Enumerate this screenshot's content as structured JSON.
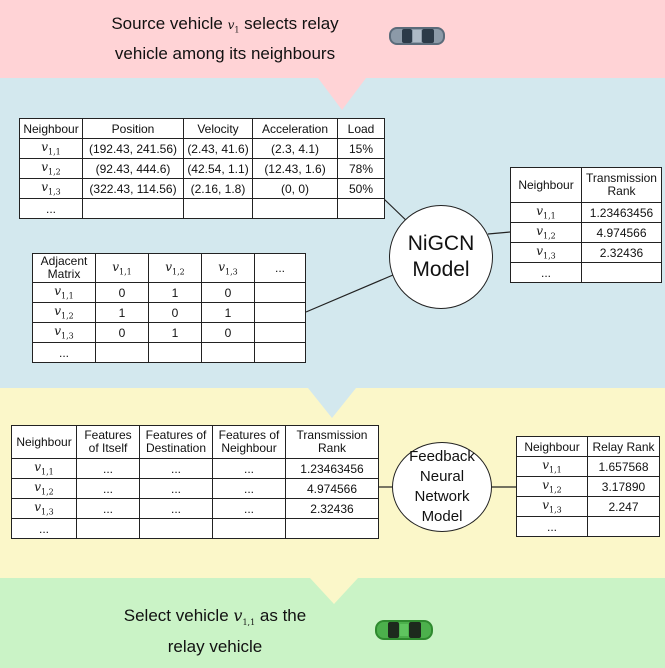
{
  "top": {
    "caption": "Source vehicle v1 selects relay vehicle among its neighbours",
    "cap_line1_pre": "Source vehicle ",
    "cap_v": "v",
    "cap_sub": "1",
    "cap_line1_post": " selects relay",
    "cap_line2": "vehicle among its neighbours",
    "car_color": "#6b7b8c"
  },
  "feature_table": {
    "headers": [
      "Neighbour",
      "Position",
      "Velocity",
      "Acceleration",
      "Load"
    ],
    "rows": [
      [
        "1,1",
        "(192.43, 241.56)",
        "(2.43, 41.6)",
        "(2.3, 4.1)",
        "15%"
      ],
      [
        "1,2",
        "(92.43, 444.6)",
        "(42.54, 1.1)",
        "(12.43, 1.6)",
        "78%"
      ],
      [
        "1,3",
        "(322.43, 114.56)",
        "(2.16, 1.8)",
        "(0, 0)",
        "50%"
      ]
    ],
    "ellipsis": "..."
  },
  "adjacency": {
    "header_label": "Adjacent Matrix",
    "header_label_1": "Adjacent",
    "header_label_2": "Matrix",
    "col_subs": [
      "1,1",
      "1,2",
      "1,3"
    ],
    "more": "...",
    "rows": [
      {
        "sub": "1,1",
        "vals": [
          "0",
          "1",
          "0"
        ]
      },
      {
        "sub": "1,2",
        "vals": [
          "1",
          "0",
          "1"
        ]
      },
      {
        "sub": "1,3",
        "vals": [
          "0",
          "1",
          "0"
        ]
      }
    ],
    "ellipsis": "..."
  },
  "nigcn": {
    "label": "NiGCN Model",
    "line1": "NiGCN",
    "line2": "Model"
  },
  "rank_table": {
    "col1": "Neighbour",
    "col2a": "Transmission",
    "col2b": "Rank",
    "rows": [
      {
        "sub": "1,1",
        "rank": "1.23463456"
      },
      {
        "sub": "1,2",
        "rank": "4.974566"
      },
      {
        "sub": "1,3",
        "rank": "2.32436"
      }
    ],
    "ellipsis": "..."
  },
  "input_table": {
    "h1": "Neighbour",
    "h2a": "Features",
    "h2b": "of Itself",
    "h3a": "Features of",
    "h3b": "Destination",
    "h4a": "Features of",
    "h4b": "Neighbour",
    "h5a": "Transmission",
    "h5b": "Rank",
    "rows": [
      {
        "sub": "1,1",
        "rank": "1.23463456"
      },
      {
        "sub": "1,2",
        "rank": "4.974566"
      },
      {
        "sub": "1,3",
        "rank": "2.32436"
      }
    ],
    "cell": "...",
    "ellipsis": "..."
  },
  "fnn": {
    "label": "Feedback Neural Network Model",
    "l1": "Feedback",
    "l2": "Neural",
    "l3": "Network",
    "l4": "Model"
  },
  "relay_table": {
    "col1": "Neighbour",
    "col2": "Relay Rank",
    "rows": [
      {
        "sub": "1,1",
        "rank": "1.657568"
      },
      {
        "sub": "1,2",
        "rank": "3.17890"
      },
      {
        "sub": "1,3",
        "rank": "2.247"
      }
    ],
    "ellipsis": "..."
  },
  "bottom": {
    "pre": "Select vehicle ",
    "v": "v",
    "sub": "1,1",
    "post": " as the",
    "line2": "relay vehicle",
    "car_color": "#3a9a3a"
  },
  "colors": {
    "pink": "#ffd3d6",
    "blue": "#d3e8ee",
    "yellow": "#fbf7c9",
    "green": "#caf3c6"
  }
}
